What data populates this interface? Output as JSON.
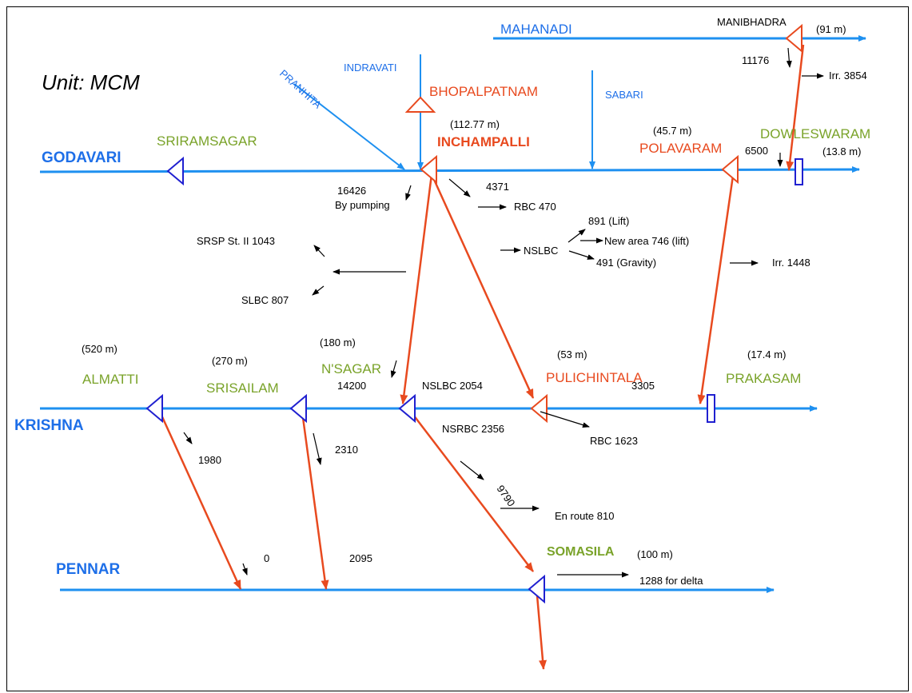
{
  "unit": "Unit: MCM",
  "colors": {
    "river": "#1E90F0",
    "river_label": "#1E6FE8",
    "link": "#E84A1F",
    "proposed": "#E84A1F",
    "existing": "#7AA32A",
    "dam_blue": "#1E1ED0",
    "text": "#000000"
  },
  "rivers": {
    "godavari": "GODAVARI",
    "krishna": "KRISHNA",
    "pennar": "PENNAR",
    "mahanadi": "MAHANADI",
    "indravati": "INDRAVATI",
    "pranhita": "PRANHITA",
    "sabari": "SABARI"
  },
  "reservoirs": {
    "manibhadra": {
      "name": "MANIBHADRA",
      "level": "(91 m)"
    },
    "bhopalpatnam": {
      "name": "BHOPALPATNAM"
    },
    "inchampalli": {
      "name": "INCHAMPALLI",
      "level": "(112.77 m)"
    },
    "polavaram": {
      "name": "POLAVARAM",
      "level": "(45.7 m)"
    },
    "dowleswaram": {
      "name": "DOWLESWARAM",
      "level": "(13.8 m)"
    },
    "sriramsagar": {
      "name": "SRIRAMSAGAR"
    },
    "almatti": {
      "name": "ALMATTI",
      "level": "(520 m)"
    },
    "srisailam": {
      "name": "SRISAILAM",
      "level": "(270 m)"
    },
    "nsagar": {
      "name": "N'SAGAR",
      "level": "(180 m)"
    },
    "pulichintala": {
      "name": "PULICHINTALA",
      "level": "(53 m)"
    },
    "prakasam": {
      "name": "PRAKASAM",
      "level": "(17.4 m)"
    },
    "somasila": {
      "name": "SOMASILA",
      "level": "(100 m)"
    }
  },
  "flows": {
    "f11176": "11176",
    "irr3854": "Irr. 3854",
    "f6500": "6500",
    "f16426": "16426",
    "by_pumping": "By pumping",
    "f4371": "4371",
    "rbc470": "RBC 470",
    "lift891": "891 (Lift)",
    "newarea": "New area 746 (lift)",
    "grav491": "491 (Gravity)",
    "nslbc": "NSLBC",
    "irr1448": "Irr. 1448",
    "srsp": "SRSP St. II 1043",
    "slbc": "SLBC 807",
    "f14200": "14200",
    "nslbc2054": "NSLBC 2054",
    "f3305": "3305",
    "nsrbc2356": "NSRBC 2356",
    "rbc1623": "RBC 1623",
    "f1980": "1980",
    "f2310": "2310",
    "f9790": "9790",
    "enroute": "En route 810",
    "f0": "0",
    "f2095": "2095",
    "delta": "1288 for delta"
  }
}
